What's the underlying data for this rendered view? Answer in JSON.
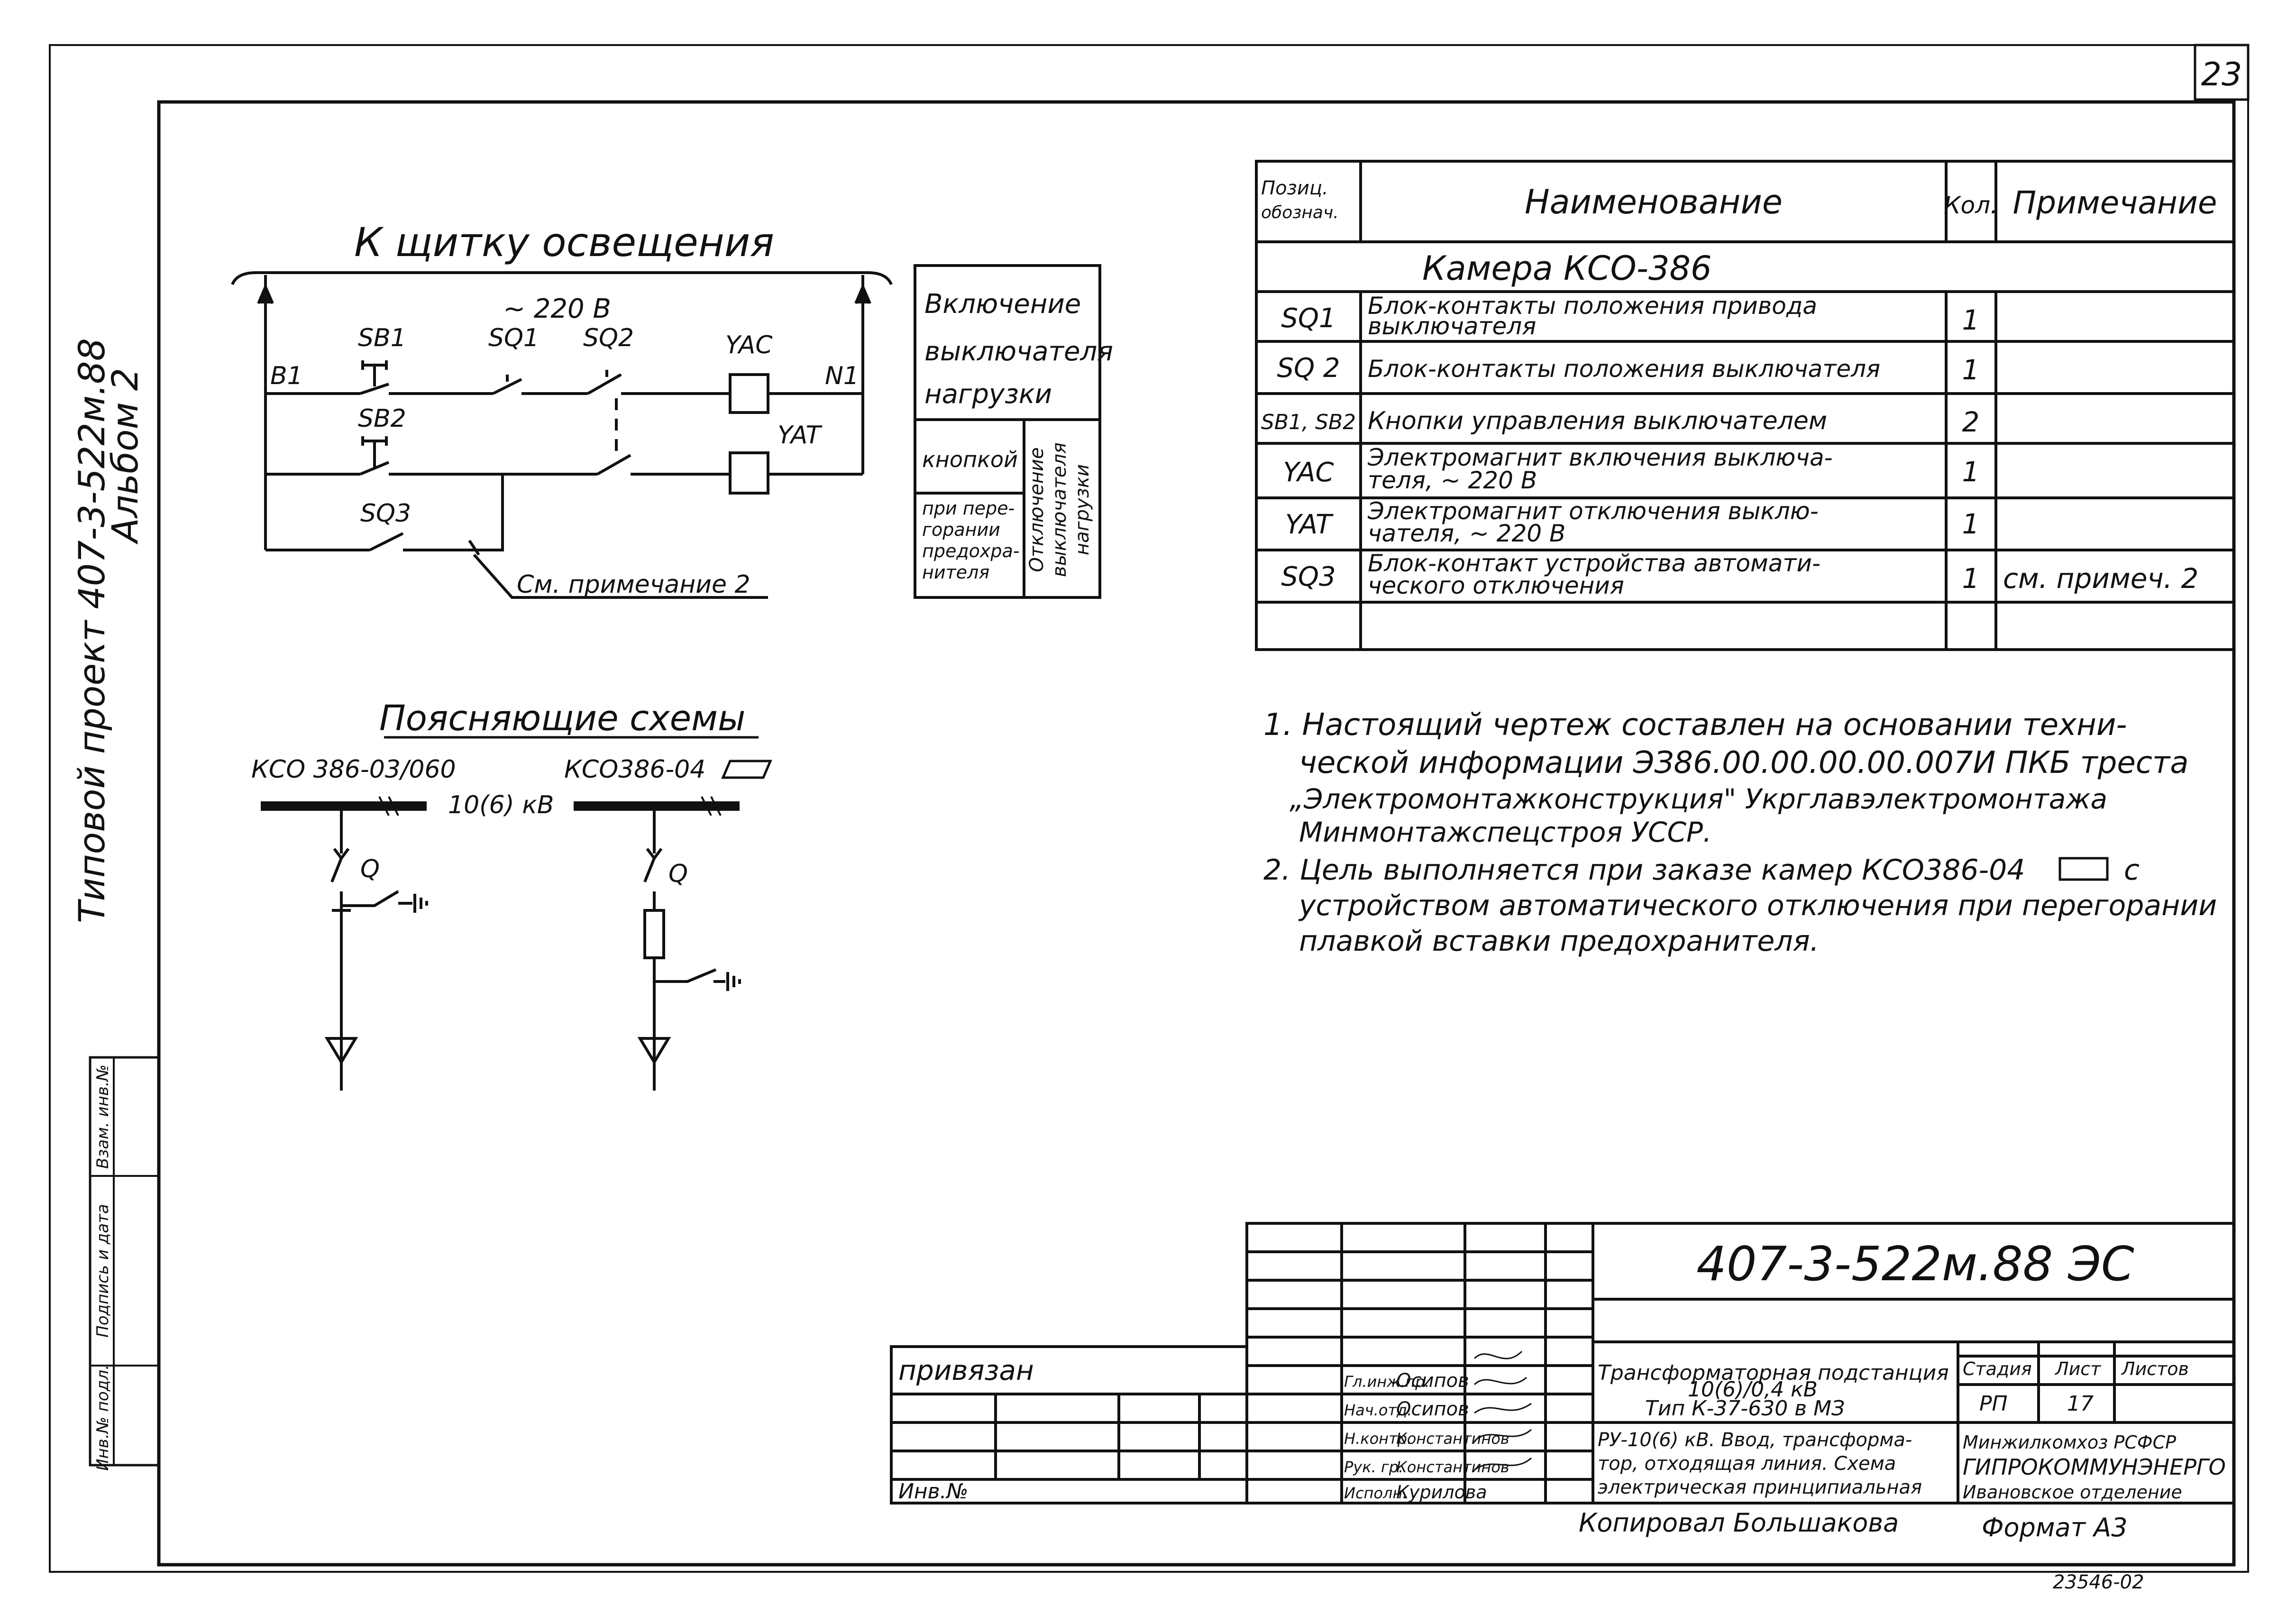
{
  "sheet_number": "23",
  "side_title": {
    "line1": "Типовой проект 407-3-522м.88",
    "line2": "Альбом 2"
  },
  "left_stamp": {
    "col1": "Инв.№ подл.",
    "col2": "Подпись и дата",
    "col3": "Взам. инв.№"
  },
  "control_circuit": {
    "title": "К щитку освещения",
    "voltage": "~ 220 В",
    "left_bus": "В1",
    "right_bus": "N1",
    "sb1": "SB1",
    "sb2": "SB2",
    "sq1": "SQ1",
    "sq2": "SQ2",
    "sq3": "SQ3",
    "yac": "YAC",
    "yat": "YAT",
    "note_ref": "См. примечание 2"
  },
  "function_table": {
    "top_line1": "Включение",
    "top_line2": "выключателя",
    "top_line3": "нагрузки",
    "cell_buttons": "кнопкой",
    "cell_fuse_line1": "при пере-",
    "cell_fuse_line2": "горании",
    "cell_fuse_line3": "предохра-",
    "cell_fuse_line4": "нителя",
    "vertical_line1": "Отключение",
    "vertical_line2": "выключателя",
    "vertical_line3": "нагрузки"
  },
  "spec_table": {
    "headers": {
      "pos_line1": "Позиц.",
      "pos_line2": "обознач.",
      "name": "Наименование",
      "qty": "Кол.",
      "note": "Примечание"
    },
    "group_title": "Камера КСО-386",
    "rows": [
      {
        "pos": "SQ1",
        "line1": "Блок-контакты положения привода",
        "line2": "выключателя",
        "qty": "1",
        "note": ""
      },
      {
        "pos": "SQ 2",
        "line1": "Блок-контакты положения выключателя",
        "line2": "",
        "qty": "1",
        "note": ""
      },
      {
        "pos": "SB1, SB2",
        "line1": "Кнопки управления выключателем",
        "line2": "",
        "qty": "2",
        "note": ""
      },
      {
        "pos": "YAC",
        "line1": "Электромагнит включения выключа-",
        "line2": "теля, ~ 220 В",
        "qty": "1",
        "note": ""
      },
      {
        "pos": "YAT",
        "line1": "Электромагнит отключения выклю-",
        "line2": "чателя, ~ 220 В",
        "qty": "1",
        "note": ""
      },
      {
        "pos": "SQ3",
        "line1": "Блок-контакт устройства автомати-",
        "line2": "ческого отключения",
        "qty": "1",
        "note": "см. примеч. 2"
      }
    ]
  },
  "notes": {
    "n1_line1": "1. Настоящий чертеж составлен на основании техни-",
    "n1_line2": "ческой информации ЭЗ86.00.00.00.00.007И ПКБ треста",
    "n1_line3": "„Электромонтажконструкция\" Укрглавэлектромонтажа",
    "n1_line4": "Минмонтажспецстроя УССР.",
    "n2_line1": "2. Цель выполняется при заказе камер КСО386-04",
    "n2_line1_tail": "с",
    "n2_line2": "устройством автоматического отключения при перегорании",
    "n2_line3": "плавкой вставки предохранителя."
  },
  "explanatory": {
    "title": "Поясняющие схемы",
    "left_label": "КСО 386-03/060",
    "right_label": "КСО386-04",
    "voltage": "10(6) кВ",
    "switch_left": "Q",
    "switch_right": "Q"
  },
  "title_block": {
    "code": "407-3-522м.88  ЭС",
    "privyazan": "привязан",
    "inv_no": "Инв.№",
    "roles": [
      {
        "role": "Гл.инж.пр.",
        "name": "Осипов"
      },
      {
        "role": "Нач.отд.",
        "name": "Осипов"
      },
      {
        "role": "Н.контр.",
        "name": "Константинов"
      },
      {
        "role": "Рук. гр.",
        "name": "Константинов"
      },
      {
        "role": "Исполн.",
        "name": "Курилова"
      }
    ],
    "object_line1": "Трансформаторная подстанция",
    "object_line2": "10(6)/0,4 кВ",
    "object_line3": "Тип К-37-630 в МЗ",
    "sheet_title_line1": "РУ-10(6) кВ. Ввод, трансформа-",
    "sheet_title_line2": "тор, отходящая линия. Схема",
    "sheet_title_line3": "электрическая принципиальная",
    "stage_label": "Стадия",
    "sheet_label": "Лист",
    "sheets_label": "Листов",
    "stage": "РП",
    "sheet": "17",
    "org_line1": "Минжилкомхоз РСФСР",
    "org_line2": "ГИПРОКОММУНЭНЕРГО",
    "org_line3": "Ивановское отделение"
  },
  "footer": {
    "copied": "Копировал  Большакова",
    "format": "Формат А3",
    "archive": "23546-02"
  }
}
